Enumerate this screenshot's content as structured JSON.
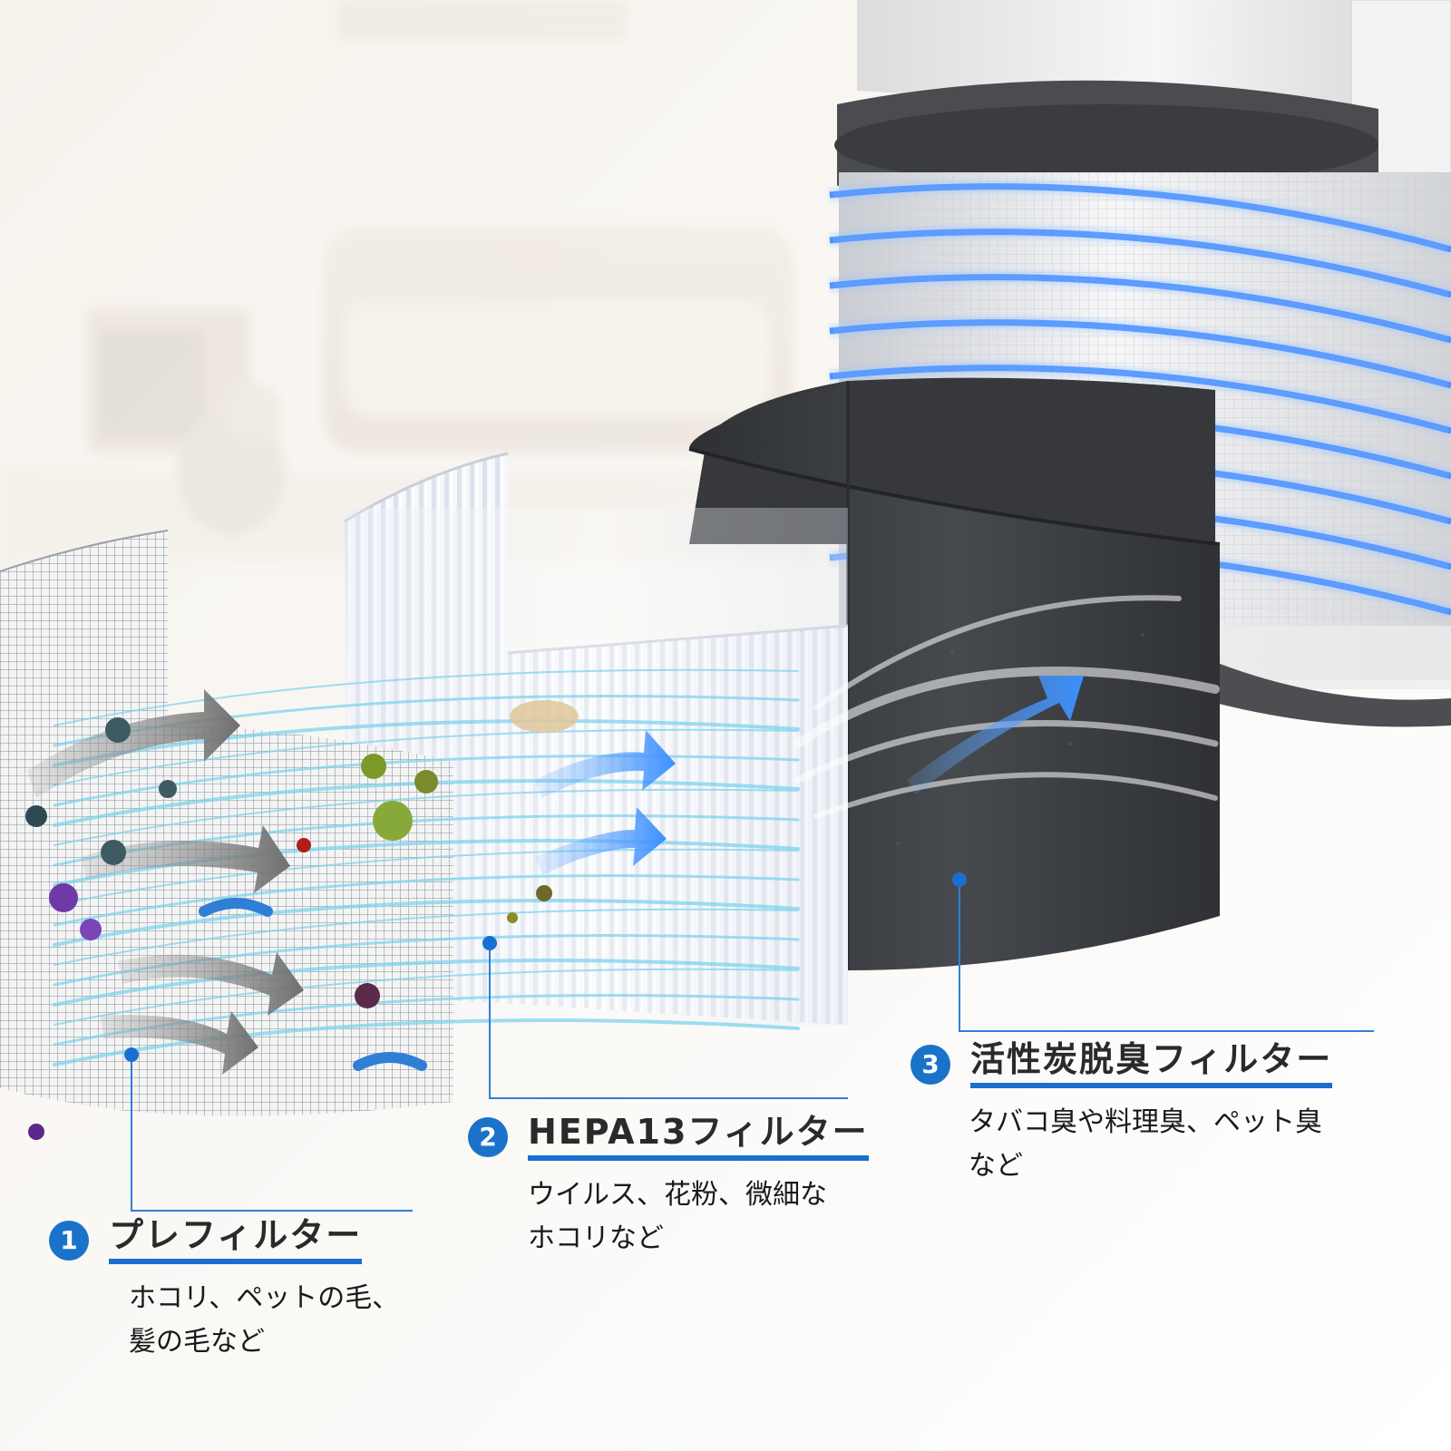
{
  "callouts": [
    {
      "number": "1",
      "title": "プレフィルター",
      "description": "ホコリ、ペットの毛、\n髪の毛など"
    },
    {
      "number": "2",
      "title": "HEPA13フィルター",
      "description": "ウイルス、花粉、微細な\nホコリなど"
    },
    {
      "number": "3",
      "title": "活性炭脱臭フィルター",
      "description": "タバコ臭や料理臭、ペット臭\nなど"
    }
  ],
  "colors": {
    "accent_blue": "#1a73c8",
    "underline_blue": "#1a6fd0",
    "leader_line": "#2f7fd6",
    "carbon_filter": "#3b3d40",
    "airflow_cyan": "#7fd3ef",
    "ring_glow": "#2a7bff"
  },
  "icons": [
    "airflow-arrow-icon",
    "particle-icon",
    "leader-dot-icon"
  ]
}
